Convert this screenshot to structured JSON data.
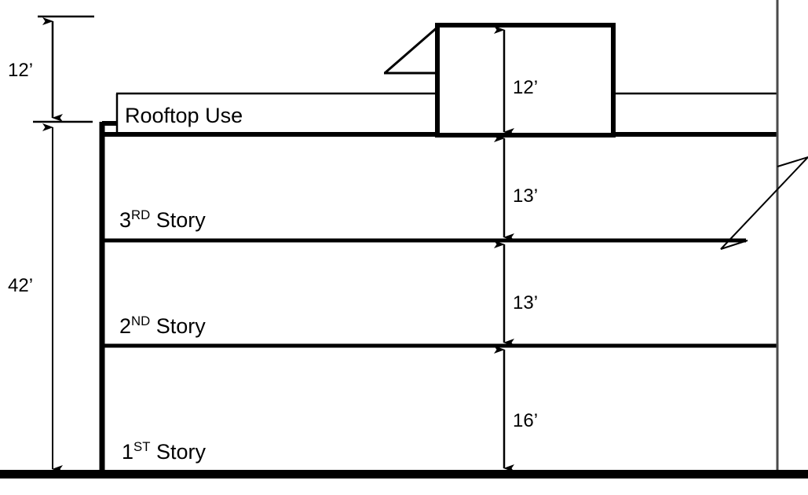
{
  "diagram": {
    "type": "building-section-elevation",
    "title_text": "",
    "background_color": "#ffffff",
    "line_color": "#000000",
    "levels": [
      {
        "id": "rooftop",
        "label_main": "Rooftop Use",
        "label_ordinal": "",
        "height_label": "12’"
      },
      {
        "id": "story-3",
        "label_main": "Story",
        "label_ordinal": "3",
        "label_suffix": "RD",
        "height_label": "13’"
      },
      {
        "id": "story-2",
        "label_main": "Story",
        "label_ordinal": "2",
        "label_suffix": "ND",
        "height_label": "13’"
      },
      {
        "id": "story-1",
        "label_main": "Story",
        "label_ordinal": "1",
        "label_suffix": "ST",
        "height_label": "16’"
      }
    ],
    "labels": {
      "rooftop_use": "Rooftop Use",
      "story3_num": "3",
      "story3_sup": "RD",
      "story3_word": "Story",
      "story2_num": "2",
      "story2_sup": "ND",
      "story2_word": "Story",
      "story1_num": "1",
      "story1_sup": "ST",
      "story1_word": "Story"
    },
    "dimensions": {
      "left_upper": "12’",
      "left_lower": "42’",
      "penthouse": "12’",
      "story3": "13’",
      "story2": "13’",
      "story1": "16’"
    },
    "annotations": {
      "break_line": "break-line-right",
      "leader_line": "penthouse-leader-line",
      "ground_line": "grade-line"
    }
  }
}
